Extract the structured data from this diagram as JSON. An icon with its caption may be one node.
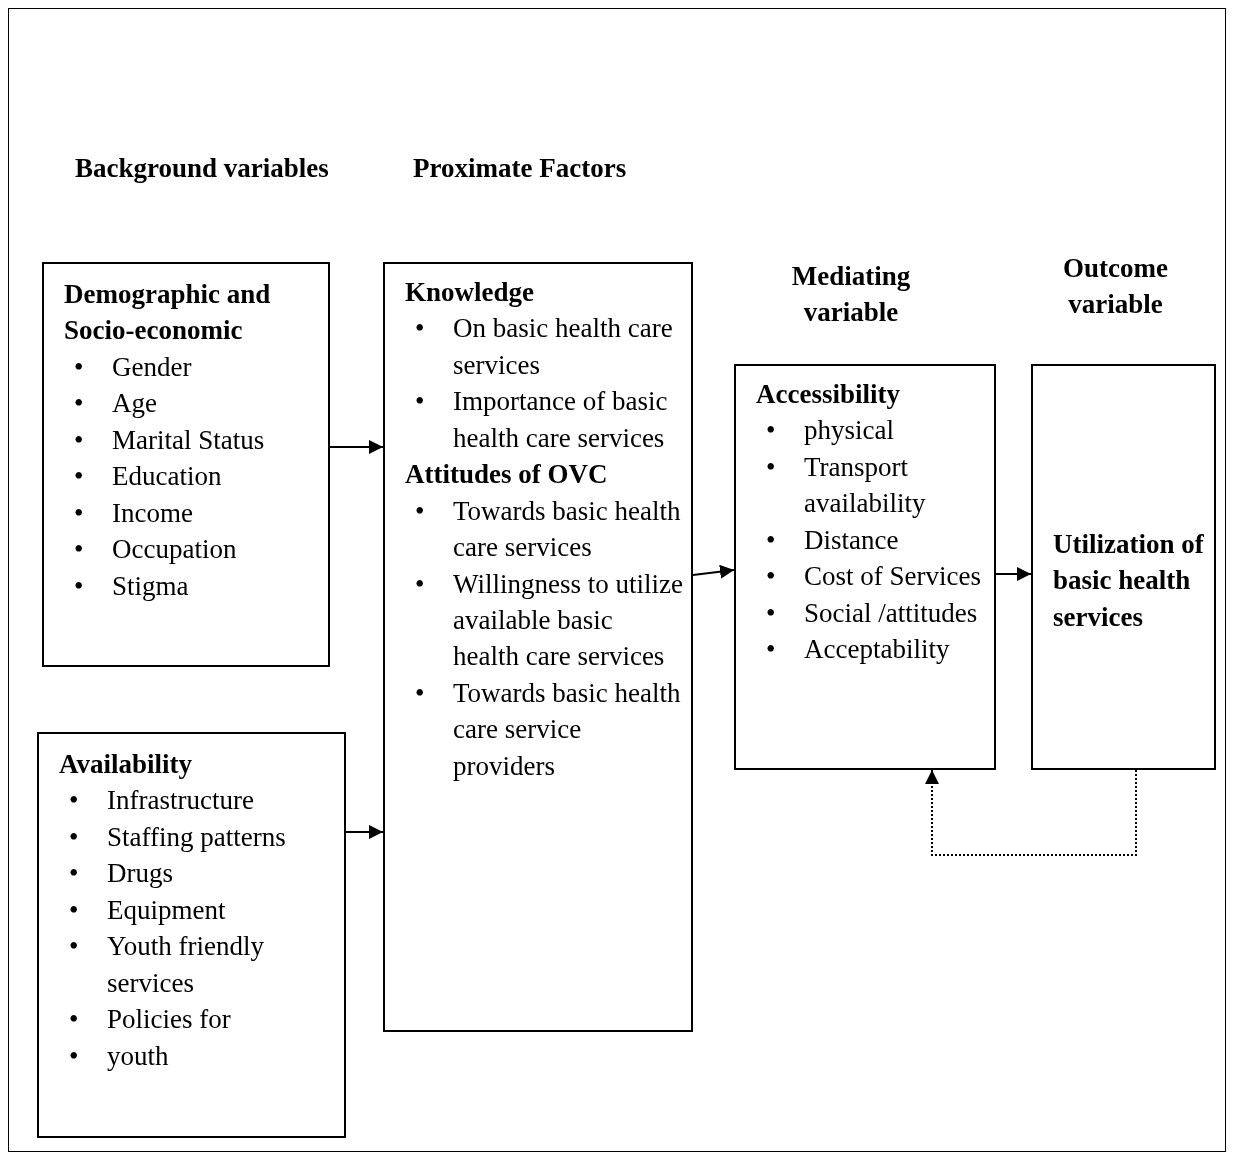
{
  "diagram": {
    "nodes": [
      {
        "text": [
          "Demographic and Socio-economic",
          "• Gender",
          "• Age",
          "• Marital Status",
          "• Education",
          "• Income",
          "• Occupation",
          "• Stigma"
        ]
      },
      {
        "text": [
          "Availability",
          "• Infrastructure",
          "• Staffing patterns",
          "• Drugs",
          "• Equipment",
          "• Youth friendly services",
          "• Policies for",
          "• youth"
        ]
      },
      {
        "text": [
          "Knowledge",
          "• On basic health care services",
          "• Importance of basic health care services",
          "Attitudes of OVC",
          "• Towards basic health care services",
          "• Willingness to utilize available basic health care services",
          "• Towards basic health care service providers"
        ]
      },
      {
        "text": [
          "Mediating variable",
          "Accessibility",
          "• physical",
          "• Transport availability",
          "• Distance",
          "• Cost of Services",
          "• Social /attitudes",
          "• Acceptability"
        ]
      },
      {
        "text": [
          "Outcome variable",
          "Utilization of basic health services"
        ]
      }
    ],
    "edges": [
      {
        "from": 0,
        "to": 2,
        "arrow": "to"
      },
      {
        "from": 1,
        "to": 2,
        "arrow": "to"
      },
      {
        "from": 2,
        "to": 3,
        "arrow": "to"
      },
      {
        "from": 3,
        "to": 4,
        "arrow": "to"
      },
      {
        "from": 4,
        "to": 3,
        "arrow": "to",
        "style": "dashed"
      }
    ],
    "labels": [
      "Background variables",
      "Proximate Factors"
    ]
  }
}
